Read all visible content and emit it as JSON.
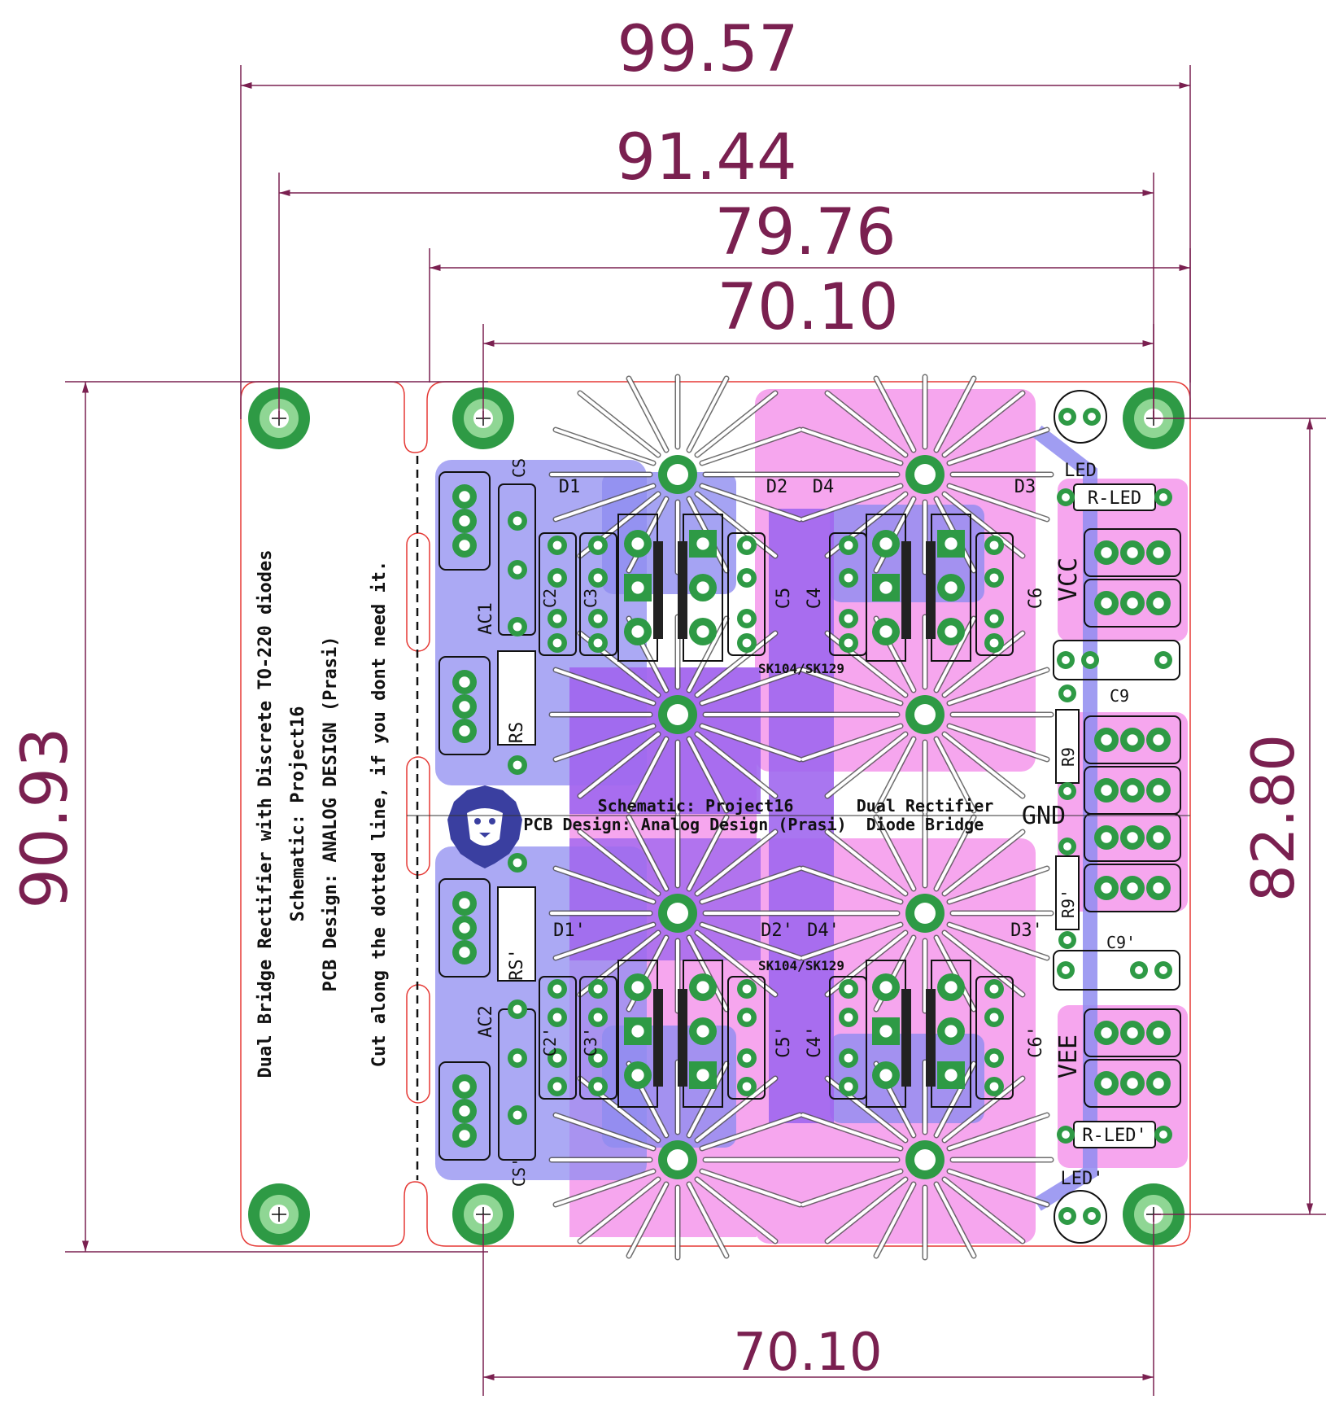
{
  "dimensions": {
    "top_width_outer": "99.57",
    "top_width_holes_outer": "91.44",
    "top_width_board": "79.76",
    "top_width_holes_board": "70.10",
    "bottom_width_holes": "70.10",
    "left_height": "90.93",
    "right_height": "82.80"
  },
  "side_text": {
    "line1": "Dual Bridge Rectifier with Discrete TO-220 diodes",
    "line2": "Schematic: Project16",
    "line3": "PCB Design: ANALOG DESIGN (Prasi)",
    "cut_note": "Cut along the dotted line, if you dont need it."
  },
  "center_text": {
    "schematic": "Schematic: Project16",
    "pcb_design": "PCB Design: Analog Design (Prasi)",
    "title1": "Dual Rectifier",
    "title2": "Diode Bridge"
  },
  "labels": {
    "d1": "D1",
    "d2": "D2",
    "d3": "D3",
    "d4": "D4",
    "d1p": "D1'",
    "d2p": "D2'",
    "d3p": "D3'",
    "d4p": "D4'",
    "cs": "CS",
    "csp": "CS'",
    "c2": "C2",
    "c3": "C3",
    "c4": "C4",
    "c5": "C5",
    "c6": "C6",
    "c2p": "C2'",
    "c3p": "C3'",
    "c4p": "C4'",
    "c5p": "C5'",
    "c6p": "C6'",
    "c9": "C9",
    "c9p": "C9'",
    "ac1": "AC1",
    "ac2": "AC2",
    "rs": "RS",
    "rsp": "RS'",
    "sk_top": "SK104/SK129",
    "sk_bottom": "SK104/SK129",
    "led": "LED",
    "ledp": "LED'",
    "rled": "R-LED",
    "rledp": "R-LED'",
    "r9": "R9",
    "r9p": "R9'",
    "vcc": "VCC",
    "gnd": "GND",
    "vee": "VEE"
  },
  "colors": {
    "dimension": "#7a2050",
    "outline": "#e53935",
    "copper_top": "#f6a6ee",
    "copper_bottom": "#8f8cf0",
    "copper_overlap": "#a067ee",
    "pad_ring": "#2e9a45",
    "silk": "#111111",
    "logo": "#3a3fa0"
  },
  "icons": {
    "logo": "lion-logo-icon",
    "mount_hole": "mounting-hole-icon",
    "heatsink": "heatsink-outline-icon"
  }
}
